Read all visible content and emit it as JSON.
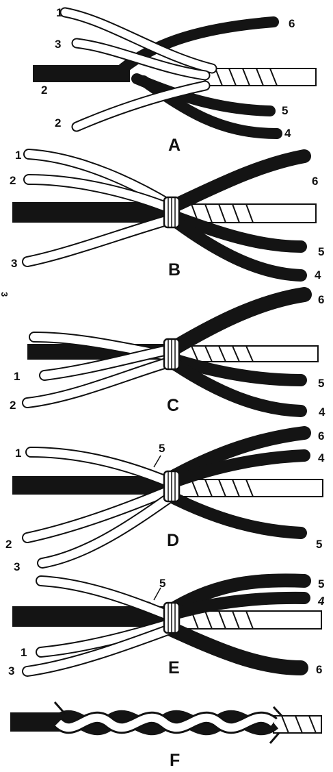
{
  "panels": [
    {
      "letter": "A",
      "labels": [
        "1",
        "3",
        "2",
        "2",
        "6",
        "5",
        "4"
      ]
    },
    {
      "letter": "B",
      "labels": [
        "1",
        "2",
        "3",
        "6",
        "5",
        "4"
      ]
    },
    {
      "letter": "C",
      "labels": [
        "1",
        "2",
        "6",
        "5",
        "4"
      ],
      "side_mark": "3"
    },
    {
      "letter": "D",
      "labels": [
        "1",
        "2",
        "3",
        "5",
        "6",
        "4",
        "5"
      ]
    },
    {
      "letter": "E",
      "labels": [
        "1",
        "3",
        "5",
        "5",
        "4",
        "6"
      ]
    },
    {
      "letter": "F"
    }
  ],
  "colors": {
    "dark_strand": "#141414",
    "light_strand": "#ffffff",
    "outline": "#111111",
    "background": "#ffffff"
  }
}
